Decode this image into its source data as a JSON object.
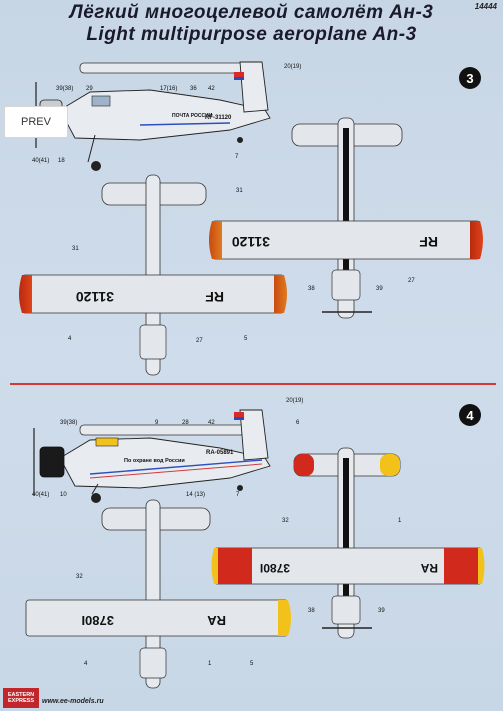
{
  "header": {
    "title_ru": "Лёгкий многоцелевой самолёт Ан-3",
    "title_en": "Light multipurpose aeroplane An-3",
    "kit_number": "14444"
  },
  "nav": {
    "prev_label": "PREV"
  },
  "schemes": [
    {
      "badge": "3",
      "side_registration": "RF-31120",
      "side_text": "ПОЧТА РОССИИ",
      "wing_registration": "31120",
      "wing_code": "RF",
      "callouts": {
        "c39_38": "39(38)",
        "c29": "29",
        "c17_16": "17(16)",
        "c36": "36",
        "c42": "42",
        "c20_19": "20(19)",
        "c40_41": "40(41)",
        "c18": "18",
        "c7": "7",
        "c31a": "31",
        "c4": "4",
        "c27a": "27",
        "c5": "5",
        "c31b": "31",
        "c27b": "27",
        "c38": "38",
        "c39": "39"
      }
    },
    {
      "badge": "4",
      "side_registration": "RA-05891",
      "side_text": "По охране вод России",
      "wing_registration": "3780I",
      "wing_code": "RA",
      "callouts": {
        "c39_38": "39(38)",
        "c9": "9",
        "c28": "28",
        "c42": "42",
        "c20_19": "20(19)",
        "c6": "6",
        "c40_41": "40(41)",
        "c10": "10",
        "c14_13": "14 (13)",
        "c7": "7",
        "c32a": "32",
        "c4": "4",
        "c1a": "1",
        "c5": "5",
        "c32b": "32",
        "c1b": "1",
        "c38": "38",
        "c39": "39"
      }
    }
  ],
  "footer": {
    "url": "www.ee-models.ru",
    "logo_line1": "EASTERN",
    "logo_line2": "EXPRESS"
  },
  "colors": {
    "background": "#c9d8e6",
    "divider": "#d23a3a",
    "aircraft_grey": "#e3e6ea",
    "wingtip_red": "#d12a1c",
    "wingtip_yellow": "#f3c21a"
  }
}
